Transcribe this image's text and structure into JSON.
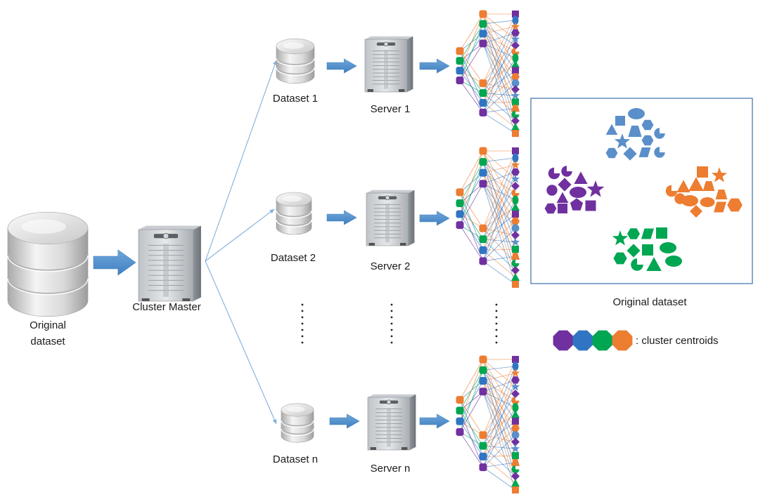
{
  "labels": {
    "original_dataset_left_line1": "Original",
    "original_dataset_left_line2": "dataset",
    "cluster_master": "Cluster Master",
    "dataset_1": "Dataset 1",
    "dataset_2": "Dataset 2",
    "dataset_n": "Dataset n",
    "server_1": "Server 1",
    "server_2": "Server 2",
    "server_n": "Server n",
    "original_dataset_right": "Original dataset",
    "legend_text": ": cluster centroids"
  },
  "colors": {
    "purple": "#7030a0",
    "blue": "#2f75c3",
    "green": "#00a651",
    "orange": "#ed7d31",
    "steel": "#5b8fc9",
    "arrow": "#5b9bd5",
    "line": "#7fb0dd"
  },
  "icons": [
    "database-icon",
    "server-icon",
    "right-arrow-icon",
    "cluster-centroid-icon",
    "data-point-shape-icon"
  ]
}
